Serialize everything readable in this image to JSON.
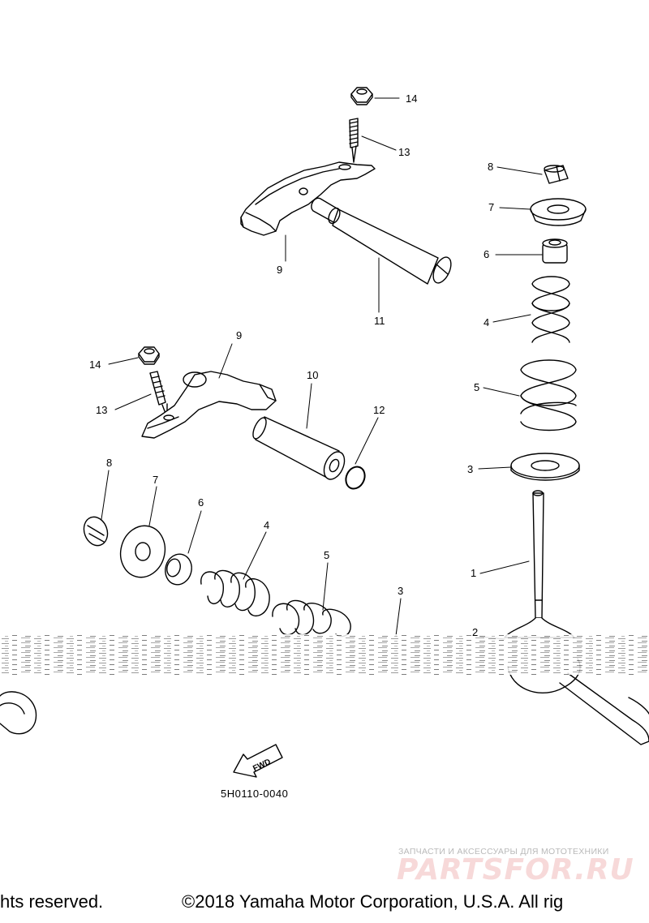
{
  "callouts": {
    "c14a": "14",
    "c13a": "13",
    "c9a": "9",
    "c11": "11",
    "c8a": "8",
    "c7a": "7",
    "c6a": "6",
    "c4a": "4",
    "c5a": "5",
    "c3a": "3",
    "c1": "1",
    "c2": "2",
    "c9b": "9",
    "c14b": "14",
    "c13b": "13",
    "c10": "10",
    "c12": "12",
    "c8b": "8",
    "c7b": "7",
    "c6b": "6",
    "c4b": "4",
    "c5b": "5",
    "c3b": "3"
  },
  "fwd_label": "FWD",
  "diagram_code": "5H0110-0040",
  "watermark": {
    "tagline": "ЗАПЧАСТИ И АКСЕССУАРЫ ДЛЯ МОТОТЕХНИКИ",
    "brand": "PARTSFOR.RU"
  },
  "footer": {
    "left_fragment": "hts reserved.",
    "copyright": "©2018 Yamaha Motor Corporation, U.S.A. All rig"
  }
}
